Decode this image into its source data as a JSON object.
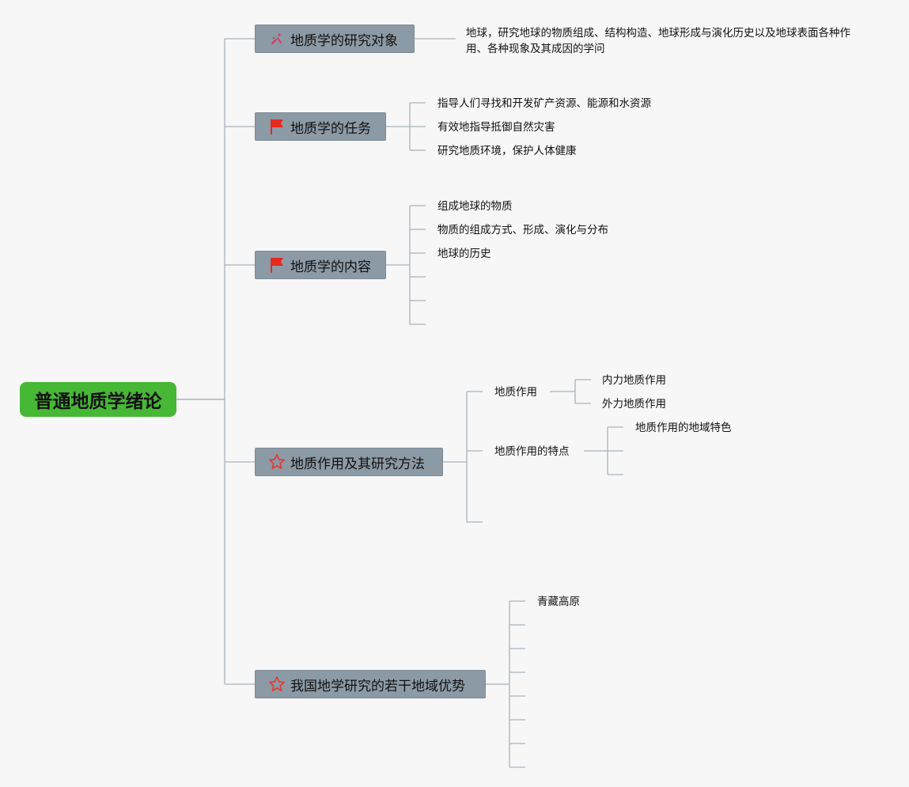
{
  "root": {
    "label": "普通地质学绪论"
  },
  "branches": [
    {
      "label": "地质学的研究对象",
      "icon": "sparkle-icon",
      "children": [
        "地球，研究地球的物质组成、结构构造、地球形成与演化历史以及地球表面各种作用、各种现象及其成因的学问"
      ]
    },
    {
      "label": "地质学的任务",
      "icon": "red-flag-icon",
      "children": [
        "指导人们寻找和开发矿产资源、能源和水资源",
        "有效地指导抵御自然灾害",
        "研究地质环境，保护人体健康"
      ]
    },
    {
      "label": "地质学的内容",
      "icon": "red-flag-icon",
      "children": [
        "组成地球的物质",
        "物质的组成方式、形成、演化与分布",
        "地球的历史",
        "",
        "",
        ""
      ]
    },
    {
      "label": "地质作用及其研究方法",
      "icon": "star-outline-icon",
      "children": [
        {
          "label": "地质作用",
          "children": [
            "内力地质作用",
            "外力地质作用"
          ]
        },
        {
          "label": "地质作用的特点",
          "children": [
            "地质作用的地域特色",
            "",
            ""
          ]
        },
        {
          "label": ""
        }
      ]
    },
    {
      "label": "我国地学研究的若干地域优势",
      "icon": "star-outline-icon",
      "children": [
        "青藏高原",
        "",
        "",
        "",
        "",
        "",
        "",
        ""
      ]
    }
  ],
  "colors": {
    "root": "#47b736",
    "branch": "#8c9aa6",
    "line": "#a9b3bd",
    "flag": "#e8281c",
    "star": "#e33a2f"
  }
}
